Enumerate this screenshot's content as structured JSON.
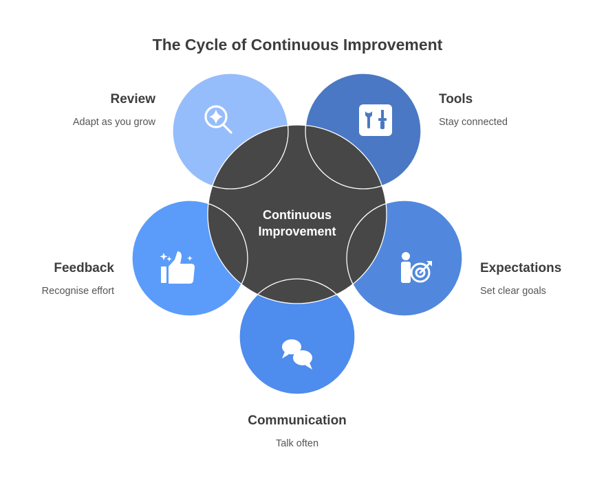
{
  "title": "The Cycle of Continuous Improvement",
  "center": {
    "line1": "Continuous",
    "line2": "Improvement",
    "color": "#474747"
  },
  "nodes": {
    "review": {
      "title": "Review",
      "subtitle": "Adapt as you grow",
      "color": "#96bdfb",
      "icon": "magnifier-sparkle-icon"
    },
    "tools": {
      "title": "Tools",
      "subtitle": "Stay connected",
      "color": "#4a78c4",
      "icon": "tools-icon"
    },
    "expectations": {
      "title": "Expectations",
      "subtitle": "Set clear goals",
      "color": "#5188dd",
      "icon": "target-person-icon"
    },
    "communication": {
      "title": "Communication",
      "subtitle": "Talk often",
      "color": "#4e8cee",
      "icon": "chat-bubbles-icon"
    },
    "feedback": {
      "title": "Feedback",
      "subtitle": "Recognise effort",
      "color": "#5b9cfa",
      "icon": "thumbs-up-icon"
    }
  }
}
